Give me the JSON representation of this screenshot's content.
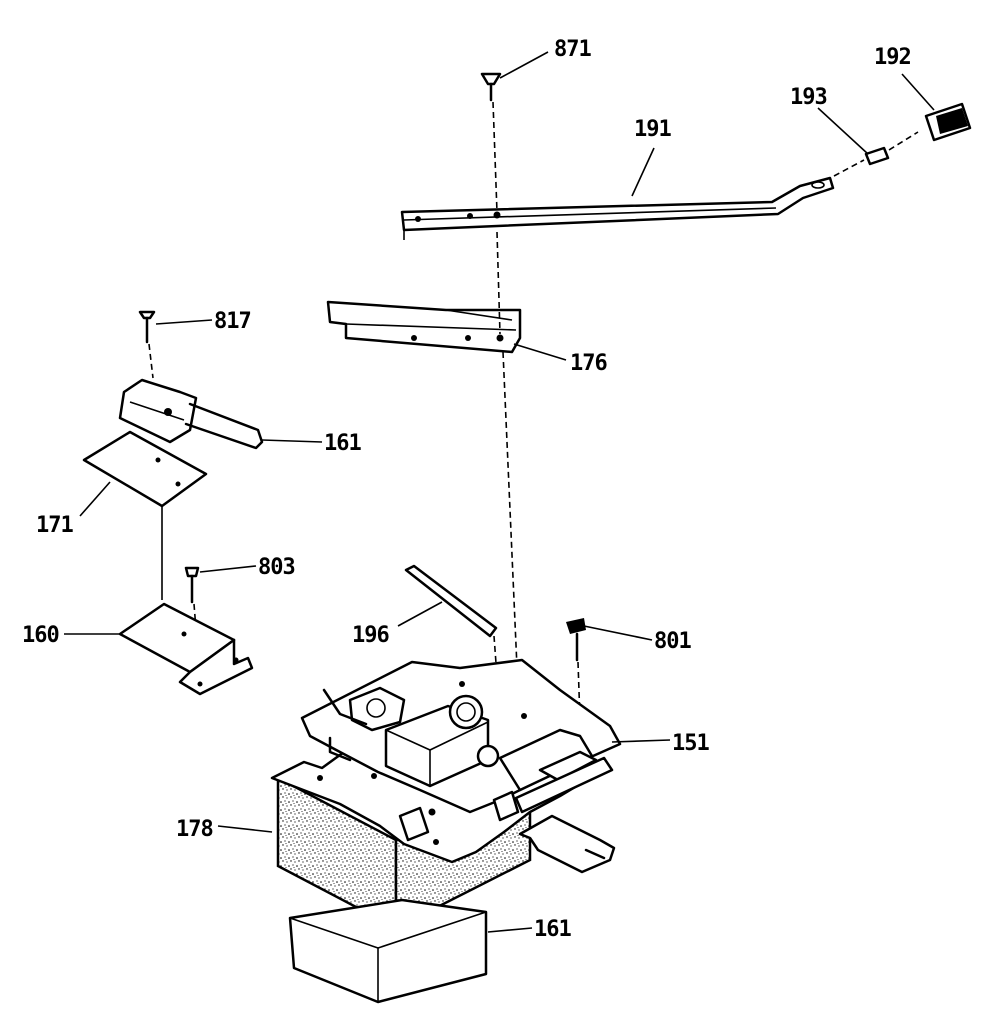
{
  "labels": {
    "p871": "871",
    "p192": "192",
    "p193": "193",
    "p191": "191",
    "p817": "817",
    "p176": "176",
    "p161a": "161",
    "p171": "171",
    "p803": "803",
    "p196": "196",
    "p801": "801",
    "p160": "160",
    "p151": "151",
    "p178": "178",
    "p161b": "161"
  }
}
